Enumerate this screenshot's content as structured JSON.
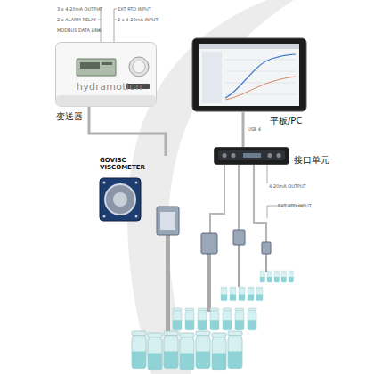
{
  "diagram": {
    "nodes": [
      {
        "text": [
          "hydramotion",
          "变送器"
        ]
      },
      {
        "text": [
          "平板/PC"
        ]
      },
      {
        "text": [
          "接口单元"
        ]
      },
      {
        "text": [
          "GOVISC VISCOMETER"
        ]
      }
    ],
    "edges": [
      {
        "from": 0,
        "to": 3,
        "arrow": "none"
      },
      {
        "from": 1,
        "to": 2,
        "label": "USB 4",
        "arrow": "none"
      }
    ],
    "labels": [
      "3 x 4-20mA OUTPUT",
      "2 x ALARM RELAY",
      "MODBUS DATA LINK",
      "EXT RTD INPUT",
      "2 x 4-20mA INPUT",
      "4-20mA OUTPUT",
      "EXT RTD INPUT"
    ]
  }
}
